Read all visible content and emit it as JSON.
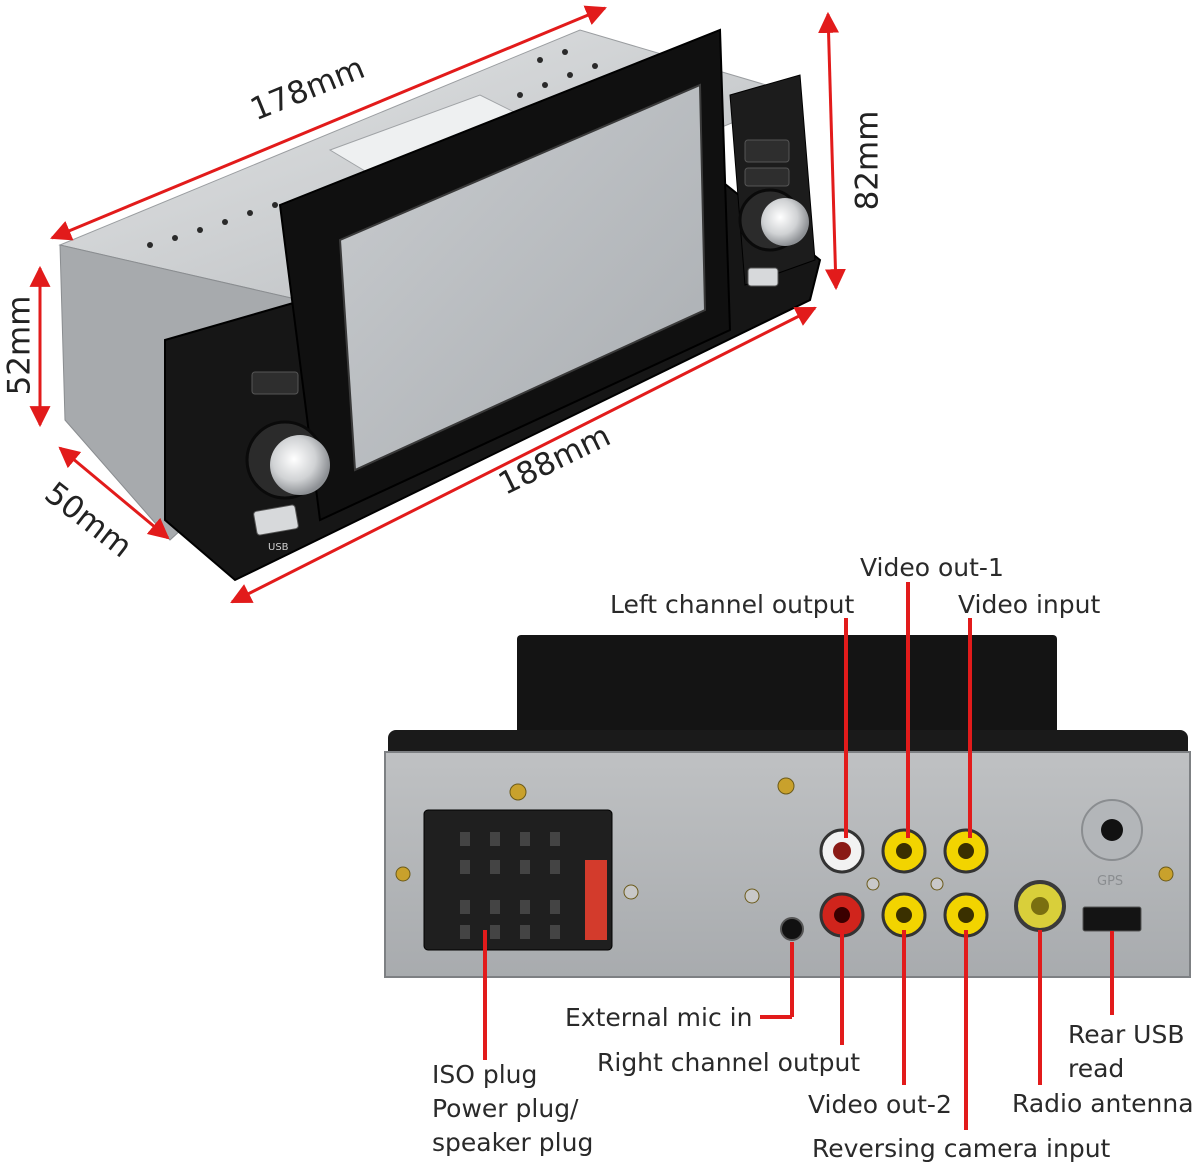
{
  "dimensions": {
    "width_top": "178mm",
    "width_bottom": "188mm",
    "height_body": "52mm",
    "height_screen": "82mm",
    "depth": "50mm"
  },
  "labels": {
    "video_out_1": "Video out-1",
    "left_channel_output": "Left channel output",
    "video_input": "Video input",
    "external_mic_in": "External mic in",
    "right_channel_output": "Right channel output",
    "iso_plug_line1": "ISO plug",
    "iso_plug_line2": "Power plug/",
    "iso_plug_line3": "speaker plug",
    "video_out_2": "Video out-2",
    "reversing_camera_input": "Reversing camera input",
    "rear_usb_line1": "Rear USB",
    "rear_usb_line2": "read",
    "radio_antenna": "Radio antenna"
  },
  "device_markings": {
    "front_usb": "USB",
    "gps": "GPS"
  },
  "colors": {
    "arrow": "#e21b1b",
    "bezel": "#151515",
    "screen": "#bfc3c6",
    "chassis": "#c6c8ca",
    "rca_yellow": "#f2d400",
    "rca_red": "#d0241c"
  }
}
